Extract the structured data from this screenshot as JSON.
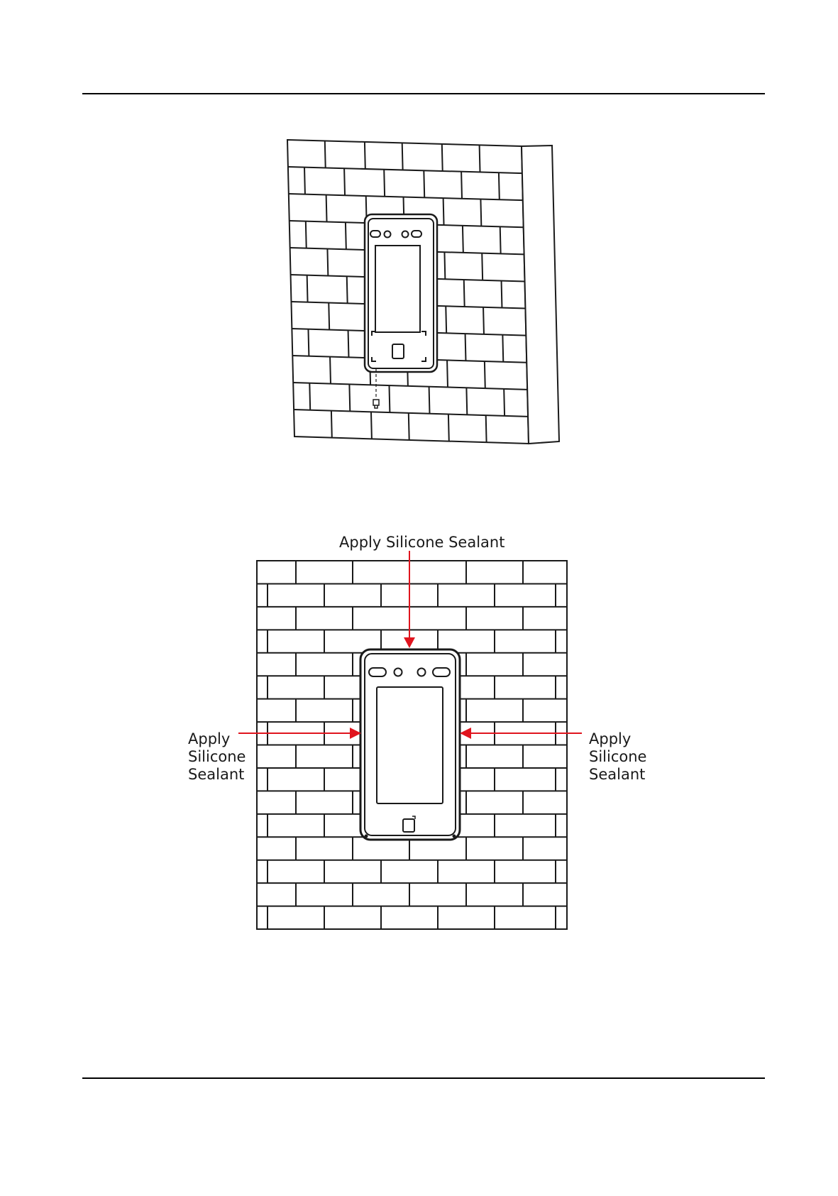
{
  "figure_bottom": {
    "callout_top": "Apply Silicone Sealant",
    "callout_left": [
      "Apply",
      "Silicone",
      "Sealant"
    ],
    "callout_right": [
      "Apply",
      "Silicone",
      "Sealant"
    ]
  },
  "colors": {
    "line": "#1a1a1a",
    "arrow": "#e0141e",
    "background": "#ffffff"
  }
}
